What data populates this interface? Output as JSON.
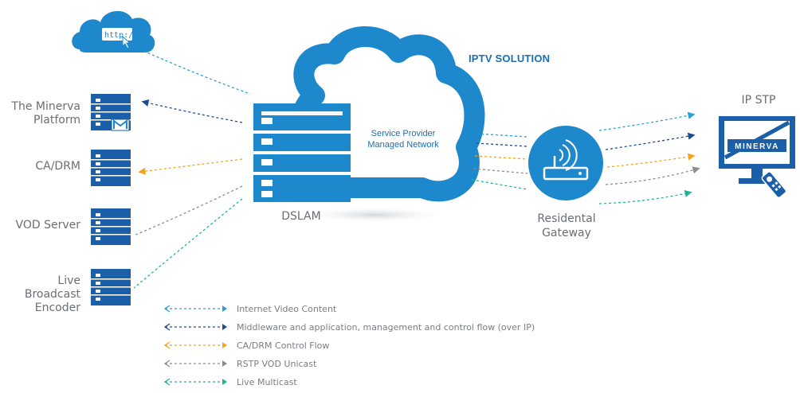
{
  "title": "IPTV SOLUTION",
  "cloud": {
    "line1": "Service Provider",
    "line2": "Managed Network",
    "label": "DSLAM"
  },
  "left_nodes": [
    {
      "line1": "The Minerva",
      "line2": "Platform"
    },
    {
      "line1": "CA/DRM",
      "line2": ""
    },
    {
      "line1": "VOD Server",
      "line2": ""
    },
    {
      "line1": "Live Broadcast",
      "line2": "Encoder"
    }
  ],
  "internet_url": "http://",
  "gateway": {
    "line1": "Residental",
    "line2": "Gateway"
  },
  "ipstp": {
    "label": "IP STP",
    "screen_text": "MINERVA"
  },
  "legend": [
    {
      "label": "Internet Video Content",
      "color": "#2a9fd8"
    },
    {
      "label": "Middleware and application, management and control flow (over IP)",
      "color": "#1a4f8f"
    },
    {
      "label": "CA/DRM Control Flow",
      "color": "#f2a51c"
    },
    {
      "label": "RSTP VOD Unicast",
      "color": "#8a8d90"
    },
    {
      "label": "Live Multicast",
      "color": "#21b39a"
    }
  ],
  "colors": {
    "primary_blue": "#1e88cc",
    "dark_blue": "#1a5fa8",
    "text_gray": "#6b6e72"
  }
}
